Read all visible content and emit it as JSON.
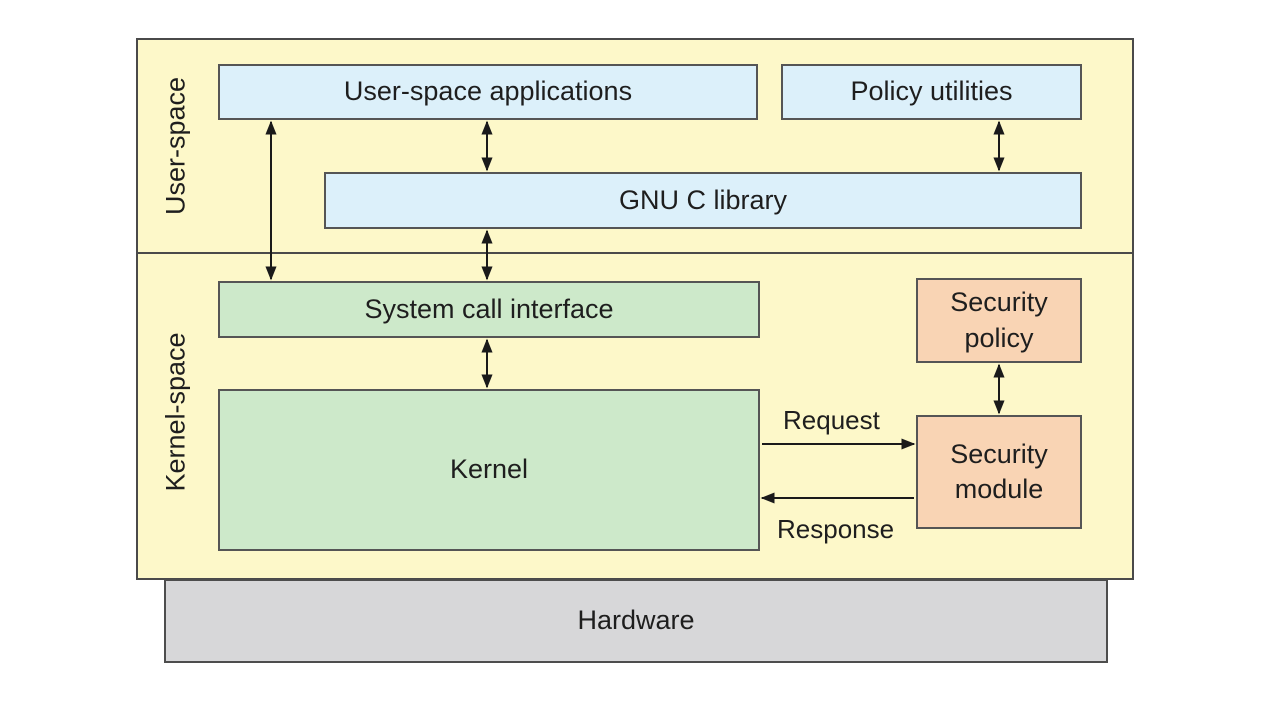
{
  "regions": {
    "user_space": "User-space",
    "kernel_space": "Kernel-space"
  },
  "boxes": {
    "user_apps": "User-space applications",
    "policy_utils": "Policy utilities",
    "gnu_c_library": "GNU C library",
    "syscall_interface": "System call interface",
    "kernel": "Kernel",
    "security_policy": "Security\npolicy",
    "security_module": "Security\nmodule",
    "hardware": "Hardware"
  },
  "flows": {
    "request": "Request",
    "response": "Response"
  },
  "colors": {
    "region_bg": "#fdf8c9",
    "userspace_box": "#dcf0fa",
    "kernel_box": "#cde9ca",
    "security_box": "#f9d4b4",
    "hardware_box": "#d7d7d9"
  }
}
